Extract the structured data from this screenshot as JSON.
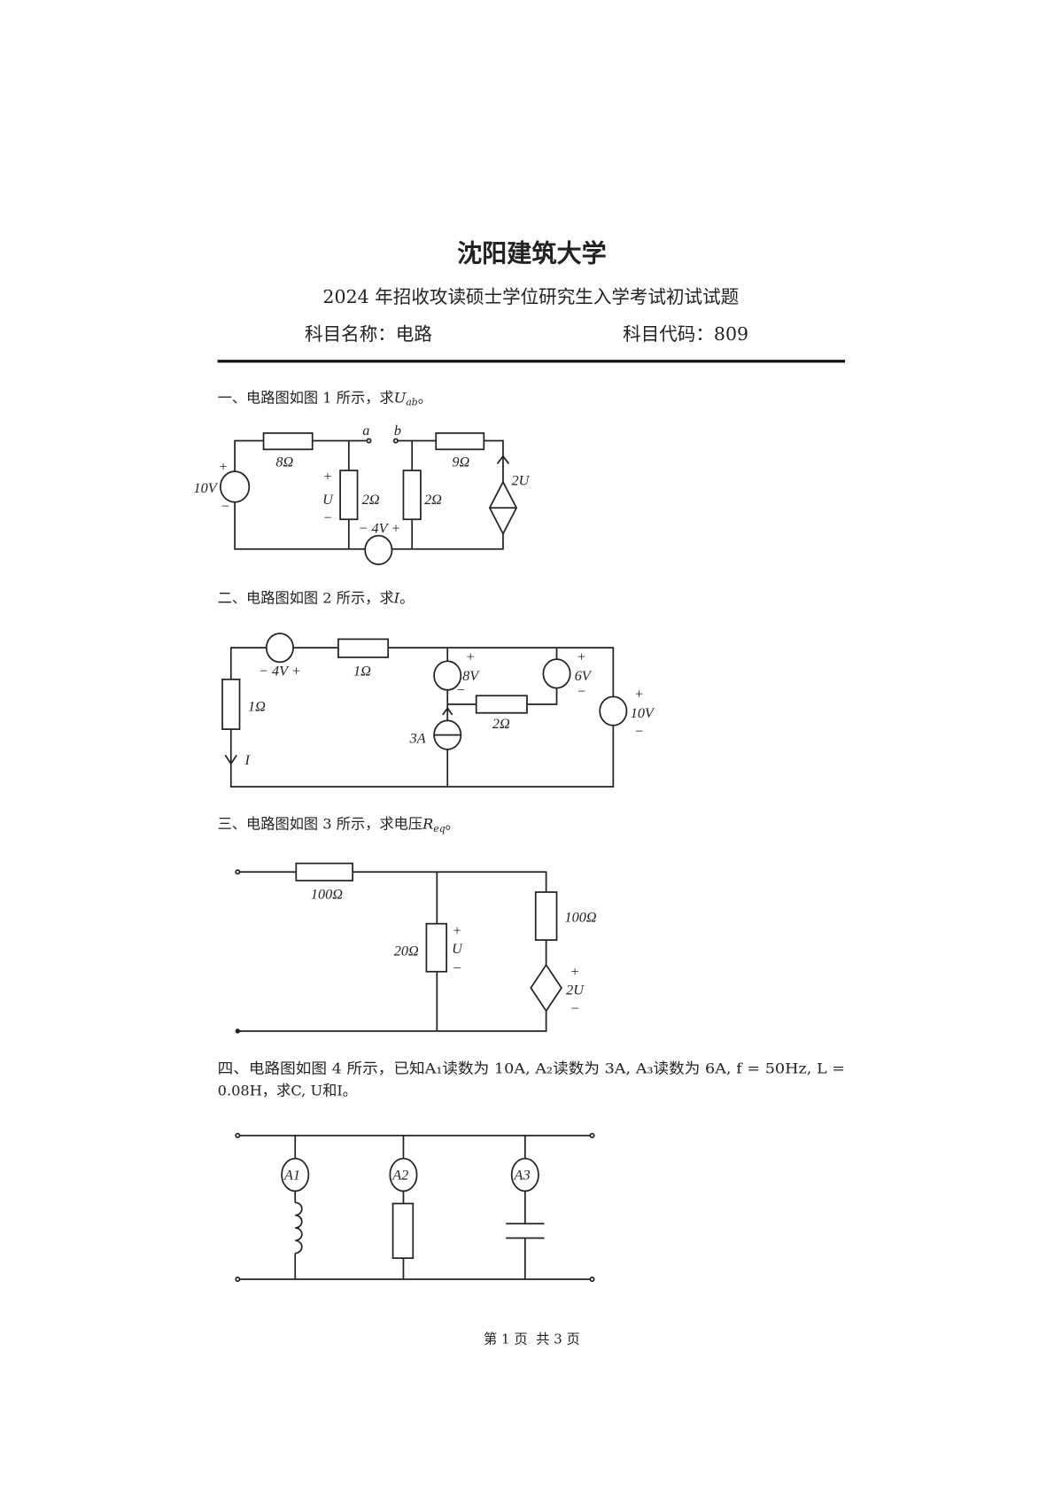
{
  "header": {
    "university": "沈阳建筑大学",
    "exam_title": "2024 年招收攻读硕士学位研究生入学考试初试试题",
    "subject_name": "科目名称：电路",
    "subject_code": "科目代码：809"
  },
  "q1": {
    "text": "一、电路图如图 1 所示，求",
    "var": "U",
    "sub": "ab",
    "end": "。",
    "labels": {
      "r1": "8Ω",
      "src": "10V",
      "plus": "+",
      "minus": "−",
      "u": "U",
      "r2": "2Ω",
      "r3": "2Ω",
      "r4": "9Ω",
      "dep": "2U",
      "v4": "− 4V +",
      "a": "a",
      "b": "b"
    }
  },
  "q2": {
    "text": "二、电路图如图 2 所示，求",
    "var": "I",
    "end": "。",
    "labels": {
      "v4": "− 4V +",
      "r1": "1Ω",
      "rl": "1Ω",
      "i": "I",
      "v8": "8V",
      "v6": "6V",
      "r2": "2Ω",
      "a3": "3A",
      "v10": "10V",
      "plus": "+",
      "minus": "−"
    }
  },
  "q3": {
    "text": "三、电路图如图 3 所示，求电压",
    "var": "R",
    "sub": "eq",
    "end": "。",
    "labels": {
      "r1": "100Ω",
      "r2": "20Ω",
      "r3": "100Ω",
      "u": "U",
      "dep": "2U",
      "plus": "+",
      "minus": "−"
    }
  },
  "q4": {
    "line1": "四、电路图如图 4 所示，已知A₁读数为 10A, A₂读数为 3A, A₃读数为 6A, f = 50Hz, L =",
    "line2": "0.08H，求C, U和I。",
    "meters": [
      "A1",
      "A2",
      "A3"
    ]
  },
  "footer": {
    "page": "第 1 页  共 3 页"
  }
}
